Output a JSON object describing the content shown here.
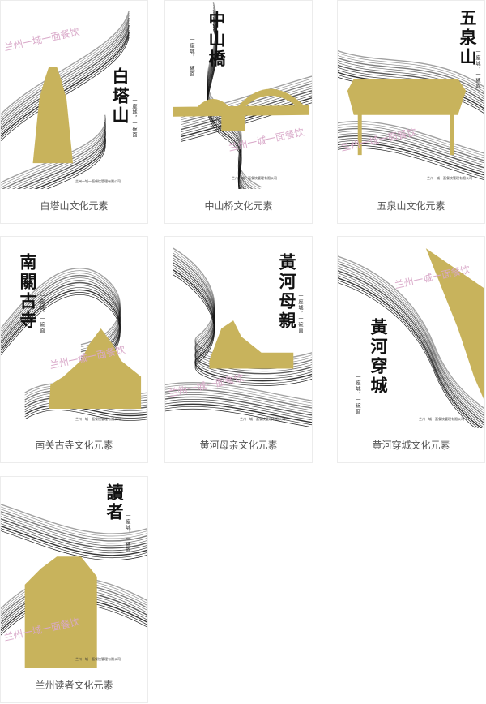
{
  "colors": {
    "gold": "#c8b35c",
    "line": "#111111",
    "caption": "#555555",
    "watermark": "#d9a9c9"
  },
  "poster_common": {
    "slogan": "一座城，一碗面",
    "company": "兰州一城一面餐饮管理有限公司",
    "watermark": "兰州一城一面餐饮"
  },
  "cards": [
    {
      "title": "白塔山",
      "caption": "白塔山文化元素"
    },
    {
      "title": "中山橋",
      "caption": "中山桥文化元素"
    },
    {
      "title": "五泉山",
      "caption": "五泉山文化元素"
    },
    {
      "title": "南關古寺",
      "caption": "南关古寺文化元素"
    },
    {
      "title": "黃河母親",
      "caption": "黄河母亲文化元素"
    },
    {
      "title": "黃河穿城",
      "caption": "黄河穿城文化元素"
    },
    {
      "title": "讀者",
      "caption": "兰州读者文化元素"
    }
  ]
}
